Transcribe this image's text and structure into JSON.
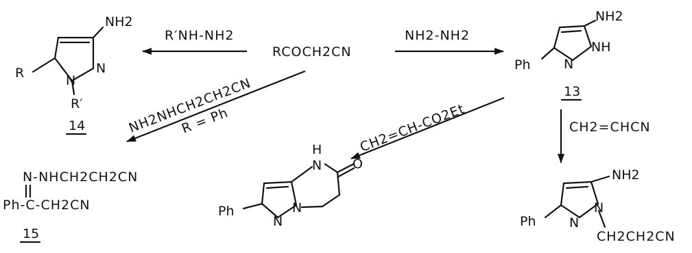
{
  "reagents": {
    "start": "RCOCH2CN",
    "hydrazine_left": "R′NH-NH2",
    "hydrazine_right": "NH2-NH2",
    "acrylonitrile": "CH2=CHCN",
    "cyanoethylhydrazine": "NH2NHCH2CH2CN",
    "condition_ph": "R = Ph",
    "acrylate": "CH2=CH-CO2Et"
  },
  "compound_14": {
    "number": "14",
    "atoms": {
      "amino": "NH2",
      "r": "R",
      "n_ring": "N",
      "n1": "N",
      "r_prime": "R′"
    }
  },
  "compound_13": {
    "number": "13",
    "atoms": {
      "amino": "NH2",
      "ph": "Ph",
      "n_ring": "N",
      "nh": "NH"
    }
  },
  "compound_15": {
    "number": "15",
    "line1": "N-NHCH2CH2CN",
    "line2": "Ph-C-CH2CN"
  },
  "bicyclic": {
    "atoms": {
      "h": "H",
      "n4": "N",
      "o": "O",
      "ph": "Ph",
      "n1": "N",
      "n7a": "N"
    }
  },
  "cyanoethyl_product": {
    "atoms": {
      "amino": "NH2",
      "ph": "Ph",
      "n2": "N",
      "n1": "N",
      "chain": "CH2CH2CN"
    }
  }
}
